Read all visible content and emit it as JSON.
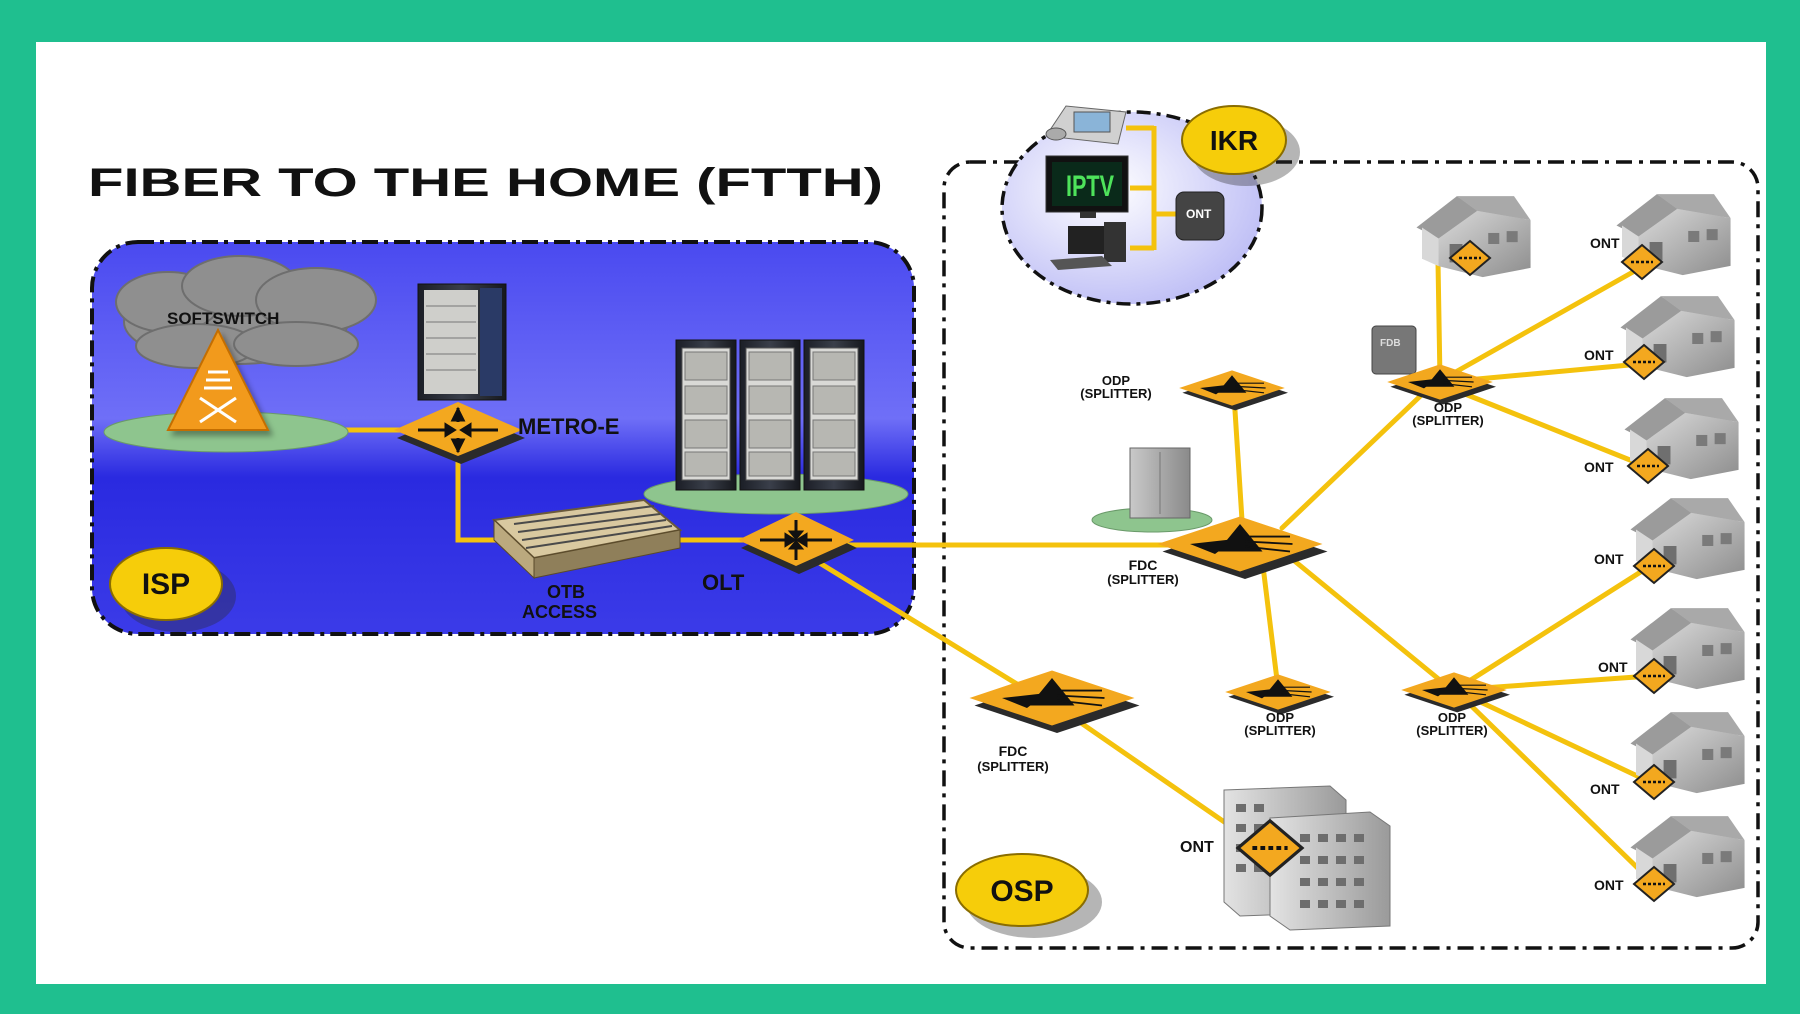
{
  "title": "FIBER TO THE HOME (FTTH)",
  "colors": {
    "border": "#1fbf8f",
    "fiber": "#f4c20d",
    "badge": "#f6cd0a",
    "diamond": "#f3a81f",
    "isp_bg": "#3636e6"
  },
  "zones": {
    "isp": "ISP",
    "osp": "OSP",
    "ikr": "IKR"
  },
  "labels": {
    "softswitch": "SOFTSWITCH",
    "metro_e": "METRO-E",
    "olt": "OLT",
    "otb_1": "OTB",
    "otb_2": "ACCESS",
    "iptv": "IPTV",
    "ont": "ONT",
    "fdb": "FDB",
    "fdc": "FDC",
    "odp": "ODP",
    "splitter": "(SPLITTER)"
  },
  "icons": [
    "cloud-icon",
    "softswitch-icon",
    "server-rack-icon",
    "router-icon",
    "otb-icon",
    "olt-rack-icon",
    "splitter-icon",
    "cabinet-icon",
    "house-icon",
    "building-icon",
    "phone-icon",
    "monitor-icon",
    "computer-icon",
    "ont-device-icon"
  ]
}
